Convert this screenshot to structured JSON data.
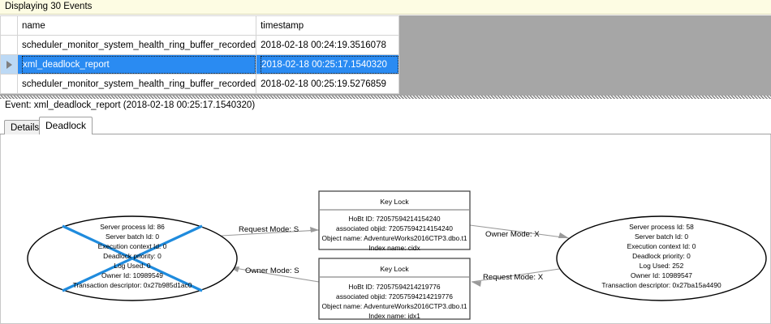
{
  "status_bar": {
    "text": "Displaying 30 Events"
  },
  "grid": {
    "columns": [
      {
        "key": "selector",
        "label": ""
      },
      {
        "key": "name",
        "label": "name"
      },
      {
        "key": "timestamp",
        "label": "timestamp"
      }
    ],
    "rows": [
      {
        "selected": false,
        "name": "scheduler_monitor_system_health_ring_buffer_recorded",
        "timestamp": "2018-02-18 00:24:19.3516078"
      },
      {
        "selected": true,
        "name": "xml_deadlock_report",
        "timestamp": "2018-02-18 00:25:17.1540320"
      },
      {
        "selected": false,
        "name": "scheduler_monitor_system_health_ring_buffer_recorded",
        "timestamp": "2018-02-18 00:25:19.5276859"
      }
    ],
    "selection_color": "#2a8bf2",
    "row_header_selected_color": "#bcd9f5",
    "empty_area_color": "#a6a6a6"
  },
  "event_detail": {
    "caption": "Event: xml_deadlock_report (2018-02-18 00:25:17.1540320)",
    "tabs": [
      {
        "label": "Details",
        "active": false
      },
      {
        "label": "Deadlock",
        "active": true
      }
    ]
  },
  "deadlock_graph": {
    "victim_marker_color": "#1f8bdd",
    "processes": [
      {
        "id": "process-left",
        "is_victim": true,
        "lines": [
          "Server process Id: 86",
          "Server batch Id: 0",
          "Execution context Id: 0",
          "Deadlock priority: 0",
          "Log Used: 0",
          "Owner Id: 10989549",
          "Transaction descriptor: 0x27b985d1ac0"
        ]
      },
      {
        "id": "process-right",
        "is_victim": false,
        "lines": [
          "Server process Id: 58",
          "Server batch Id: 0",
          "Execution context Id: 0",
          "Deadlock priority: 0",
          "Log Used: 252",
          "Owner Id: 10989547",
          "Transaction descriptor: 0x27ba15a4490"
        ]
      }
    ],
    "resources": [
      {
        "id": "keylock-top",
        "title": "Key Lock",
        "lines": [
          "HoBt ID: 72057594214154240",
          "associated objid: 72057594214154240",
          "Object name: AdventureWorks2016CTP3.dbo.t1",
          "Index name: cidx"
        ]
      },
      {
        "id": "keylock-bottom",
        "title": "Key Lock",
        "lines": [
          "HoBt ID: 72057594214219776",
          "associated objid: 72057594214219776",
          "Object name: AdventureWorks2016CTP3.dbo.t1",
          "Index name: idx1"
        ]
      }
    ],
    "edges": [
      {
        "id": "edge-left-request",
        "label": "Request Mode: S",
        "from": "process-left",
        "to": "keylock-top",
        "direction": "right"
      },
      {
        "id": "edge-right-owner",
        "label": "Owner Mode: X",
        "from": "keylock-top",
        "to": "process-right",
        "direction": "right"
      },
      {
        "id": "edge-left-owner",
        "label": "Owner Mode: S",
        "from": "keylock-bottom",
        "to": "process-left",
        "direction": "left"
      },
      {
        "id": "edge-right-request",
        "label": "Request Mode: X",
        "from": "process-right",
        "to": "keylock-bottom",
        "direction": "left"
      }
    ]
  }
}
